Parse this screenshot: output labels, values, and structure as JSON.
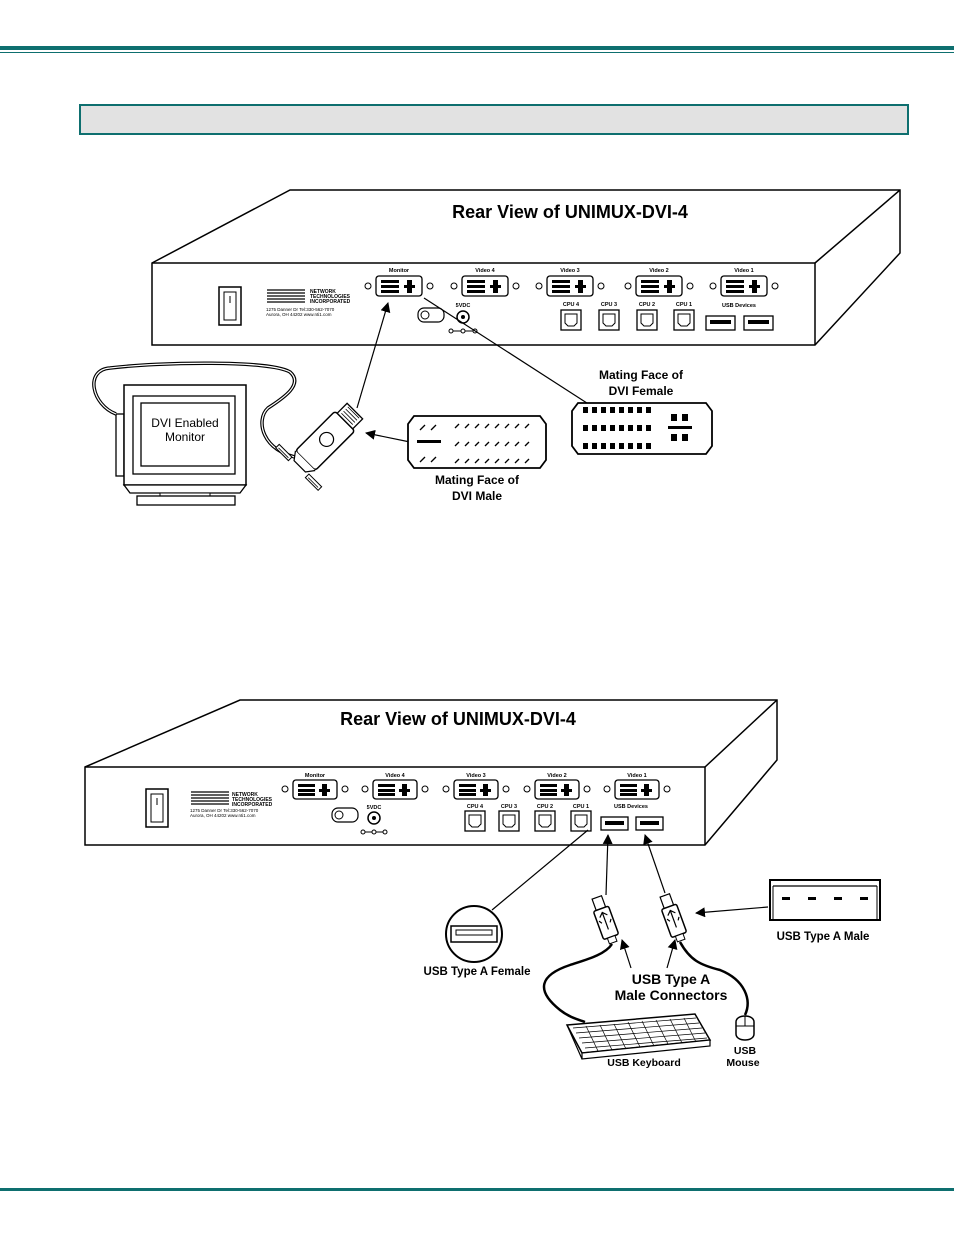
{
  "diagram1": {
    "title": "Rear View of UNIMUX-DVI-4",
    "panel": {
      "ports_video": [
        "Monitor",
        "Video 4",
        "Video 3",
        "Video 2",
        "Video 1"
      ],
      "ports_cpu": [
        "CPU 4",
        "CPU 3",
        "CPU 2",
        "CPU 1"
      ],
      "usb_devices": "USB Devices",
      "power": "5VDC",
      "logo_text": [
        "NETWORK",
        "TECHNOLOGIES",
        "INCORPORATED"
      ],
      "address": [
        "1275 Danner Dr    Tel:330-562-7070",
        "Aurora, OH 44202   www.nti1.com"
      ]
    },
    "monitor_label": [
      "DVI Enabled",
      "Monitor"
    ],
    "female_label": [
      "Mating Face of",
      "DVI Female"
    ],
    "male_label": [
      "Mating Face of",
      "DVI Male"
    ]
  },
  "diagram2": {
    "title": "Rear View of UNIMUX-DVI-4",
    "panel": {
      "ports_video": [
        "Monitor",
        "Video 4",
        "Video 3",
        "Video 2",
        "Video 1"
      ],
      "ports_cpu": [
        "CPU 4",
        "CPU 3",
        "CPU 2",
        "CPU 1"
      ],
      "usb_devices": "USB Devices",
      "power": "5VDC",
      "logo_text": [
        "NETWORK",
        "TECHNOLOGIES",
        "INCORPORATED"
      ],
      "address": [
        "1275 Danner Dr    Tel:330-562-7070",
        "Aurora, OH 44202   www.nti1.com"
      ]
    },
    "usb_female_label": "USB Type A Female",
    "usb_male_label": "USB Type A Male",
    "connectors_label": [
      "USB Type A",
      "Male Connectors"
    ],
    "keyboard_label": "USB  Keyboard",
    "mouse_label": [
      "USB",
      "Mouse"
    ]
  }
}
